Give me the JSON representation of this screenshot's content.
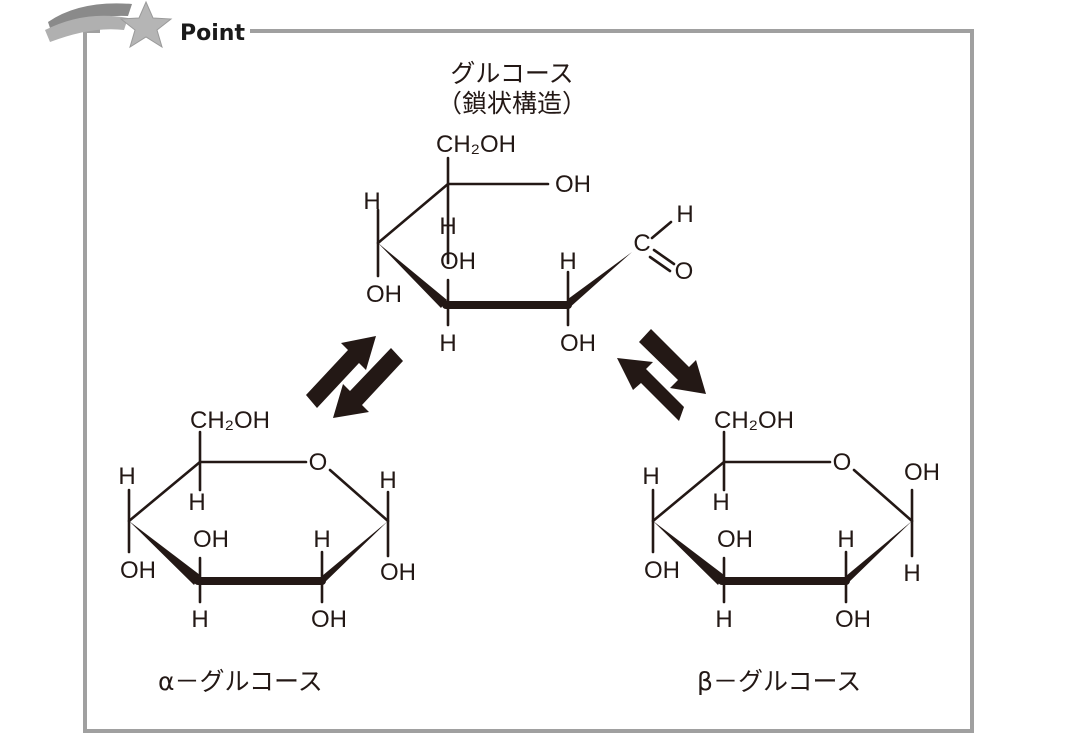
{
  "header": {
    "point_label": "Point"
  },
  "chain": {
    "title": "グルコース",
    "subtitle": "（鎖状構造）",
    "ch2oh": "CH₂OH",
    "c5_oh": "OH",
    "c5_h": "H",
    "c4_h": "H",
    "c4_oh": "OH",
    "c3_oh": "OH",
    "c3_h": "H",
    "c2_h": "H",
    "c2_oh": "OH",
    "ald_c": "C",
    "ald_h": "H",
    "ald_o": "O"
  },
  "alpha": {
    "ch2oh": "CH₂OH",
    "ring_o": "O",
    "c4_h": "H",
    "c5_h": "H",
    "c1_h": "H",
    "c4_oh": "OH",
    "c3_oh": "OH",
    "c2_h": "H",
    "c1_oh": "OH",
    "c3_h": "H",
    "c2_oh": "OH",
    "name": "α－グルコース"
  },
  "beta": {
    "ch2oh": "CH₂OH",
    "ring_o": "O",
    "c4_h": "H",
    "c5_h": "H",
    "c1_oh": "OH",
    "c4_oh": "OH",
    "c3_oh": "OH",
    "c2_h": "H",
    "c1_h": "H",
    "c3_h": "H",
    "c2_oh": "OH",
    "name": "β－グルコース"
  },
  "colors": {
    "frame": "#a0a0a0",
    "ink": "#231815",
    "star": "#b5b5b5"
  }
}
